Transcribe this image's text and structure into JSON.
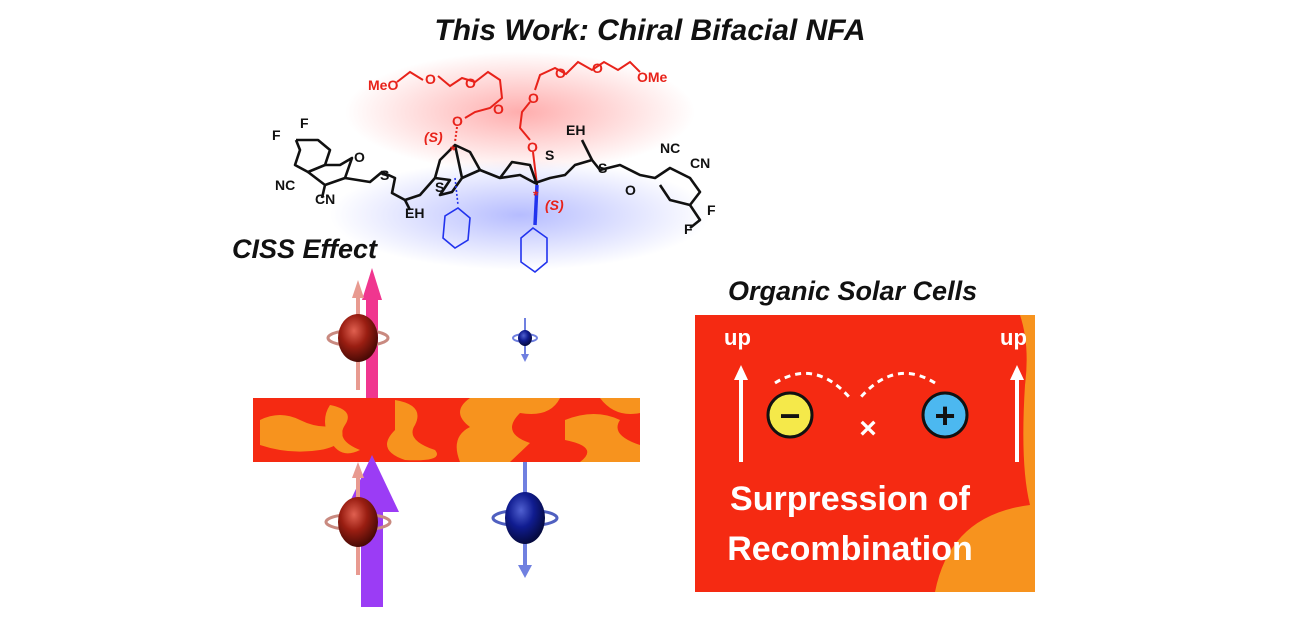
{
  "title": "This Work: Chiral Bifacial NFA",
  "ciss_label": "CISS Effect",
  "osc_label": "Organic Solar Cells",
  "molecule": {
    "meo": "MeO",
    "ome": "OMe",
    "o": "O",
    "s": "S",
    "f": "F",
    "nc": "NC",
    "cn": "CN",
    "eh": "EH",
    "stereo": "(S)",
    "star": "*"
  },
  "osc_box": {
    "up_left": "up",
    "up_right": "up",
    "minus": "−",
    "plus": "+",
    "cross": "×",
    "line1": "Surpression of",
    "line2": "Recombination"
  },
  "colors": {
    "red_phase": "#f52a12",
    "orange_phase": "#f7931e",
    "electron_up": "#8b1a10",
    "electron_down": "#0d1a8a",
    "pink_arrow": "#f0368f",
    "purple_arrow": "#9b3cf5",
    "negative_charge": "#f5e94a",
    "positive_charge": "#4cb8f0"
  }
}
